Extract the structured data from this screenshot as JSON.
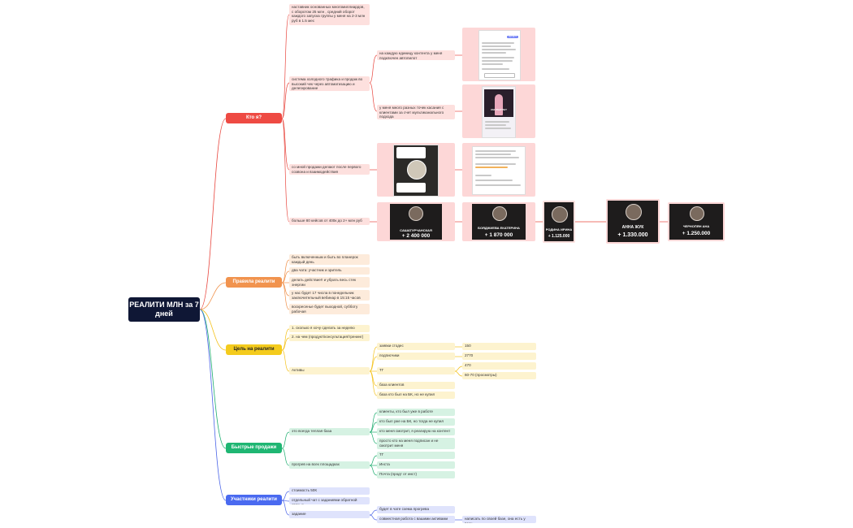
{
  "root": "РЕАЛИТИ МЛН за 7 дней",
  "branches": {
    "who": "Кто я?",
    "rules": "Правила реалити",
    "goal": "Цель на реалити",
    "sales": "Быстрые продажи",
    "members": "Участники реалити"
  },
  "who": {
    "n1": "наставник основанных многомиллиардов, с оборотом 25 млн , средний оборот каждого запуска группы у меня на 2-3 млн руб в 1.5 мес",
    "n2": "система холодного трафика и продаж во высокий чек через автоматизацию и делегирование",
    "n2a": "на каждую единицу контента у меня подключен автопилот",
    "n2b": "у меня много разных точек касания с клиентами за счет мультиканального подхода",
    "n3": "со мной продажи делают после первого созвона и взаимодействия",
    "n4": "больше 80 кейсов от 400к до 2+ млн руб"
  },
  "cases": [
    {
      "name": "САШАТУРЧАНСКАЯ",
      "amount": "+ 2 400 000"
    },
    {
      "name": "БОЯДЖИЕВА ЕКАТЕРИНА",
      "amount": "+ 1 870 000"
    },
    {
      "name": "РОДИНА ИРИНА",
      "amount": "+ 1.125.000"
    },
    {
      "name": "АННА ЖУК",
      "amount": "+ 1.330.000"
    },
    {
      "name": "ЧЕРНОПЯН АНА",
      "amount": "+ 1.250.000"
    }
  ],
  "rules": [
    "быть включенным и быть во планерок каждый день",
    "два чата: участник и зритель",
    "делать действие!! и убрать весь стек энергии",
    "у нас будет 17 числа в понедельник заключительный вебинар в 15:15 часов",
    "воскресенье будет выходной, субботу рабочая"
  ],
  "goal": {
    "g1": "1. сколько я хочу сделать за неделю",
    "g2": "2. на чем (продукт/консультация/тренинг)",
    "assets": "Активы",
    "items": [
      "заявки стодес",
      "подписчики",
      "ТГ",
      "база клиентов",
      "база кто был на БК, но не купил"
    ],
    "values": [
      "150",
      "2770",
      "470",
      "60-70 (просмотры)"
    ]
  },
  "sales": {
    "warm": "это всегда теплая база",
    "warm_items": [
      "клиенты, кто был уже в работе",
      "кто был уже на БК, но тогда не купил",
      "кто меня смотрит, я реагирую на контент",
      "просто кто на меня подписан и не смотрит меня"
    ],
    "heat": "прогрев на всех площадках",
    "heat_items": [
      "ТГ",
      "Инста",
      "Почта (продт от инст)"
    ]
  },
  "members": {
    "m1": "стоимость 50К",
    "m2": "отдельный чат с заданиями обратной связью",
    "m3": "задание",
    "m3a": "будет в чате схема прогрева",
    "m3b": "совместная работа с вашими активами",
    "m3b1": "написать по своей базе, она есть у всех"
  },
  "screens": {
    "chat_tag": "ИИ-БОТ",
    "sign": "КАК РАБОТАЕТ"
  }
}
